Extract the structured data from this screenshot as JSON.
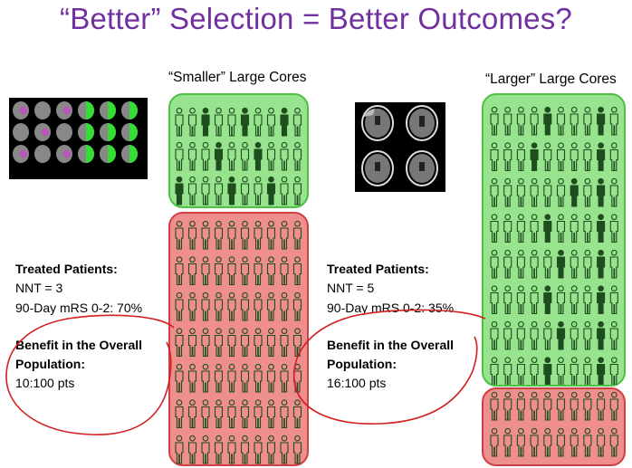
{
  "title": "“Better” Selection = Better Outcomes?",
  "smaller_label": "“Smaller” Large Cores",
  "larger_label": "“Larger” Large Cores",
  "left": {
    "treated_heading": "Treated Patients:",
    "nnt": "NNT = 3",
    "mrs": "90-Day mRS 0-2: 70%",
    "benefit_heading_1": "Benefit in the Overall",
    "benefit_heading_2": "Population:",
    "benefit_value": "10:100 pts"
  },
  "right": {
    "treated_heading": "Treated Patients:",
    "nnt": "NNT = 5",
    "mrs": "90-Day mRS 0-2: 35%",
    "benefit_heading_1": "Benefit in the Overall",
    "benefit_heading_2": "Population:",
    "benefit_value": "16:100 pts"
  },
  "colors": {
    "title": "#7030a0",
    "green_fill": "#97e38e",
    "green_border": "#4fbf45",
    "red_fill": "#ef8e8e",
    "red_border": "#d04040",
    "figure_outline": "#1e4d1e",
    "figure_filled": "#1e4d1e",
    "annotation": "#d22020"
  }
}
